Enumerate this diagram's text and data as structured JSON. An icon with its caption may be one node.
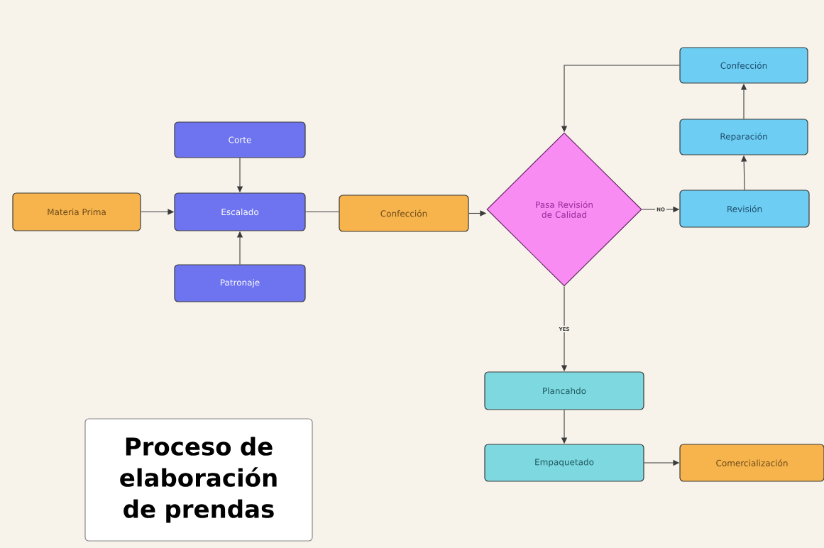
{
  "diagram": {
    "nodes": [
      {
        "text": [
          "Materia Prima"
        ]
      },
      {
        "text": [
          "Corte"
        ]
      },
      {
        "text": [
          "Escalado"
        ]
      },
      {
        "text": [
          "Patronaje"
        ]
      },
      {
        "text": [
          "Confección"
        ]
      },
      {
        "text": [
          "Pasa Revisión de Calidad"
        ]
      },
      {
        "text": [
          "Confección"
        ]
      },
      {
        "text": [
          "Reparación"
        ]
      },
      {
        "text": [
          "Revisión"
        ]
      },
      {
        "text": [
          "Plancahdo"
        ]
      },
      {
        "text": [
          "Empaquetado"
        ]
      },
      {
        "text": [
          "Comercialización"
        ]
      },
      {
        "text": [
          "Proceso de elaboración de prendas"
        ]
      }
    ],
    "edges": [
      {
        "from": 0,
        "to": 2,
        "arrow": "to"
      },
      {
        "from": 1,
        "to": 2,
        "arrow": "to"
      },
      {
        "from": 3,
        "to": 2,
        "arrow": "to"
      },
      {
        "from": 2,
        "to": 4,
        "arrow": "none"
      },
      {
        "from": 4,
        "to": 5,
        "arrow": "to"
      },
      {
        "from": 5,
        "to": 8,
        "arrow": "to",
        "label": "NO"
      },
      {
        "from": 8,
        "to": 7,
        "arrow": "to"
      },
      {
        "from": 7,
        "to": 6,
        "arrow": "to"
      },
      {
        "from": 6,
        "to": 5,
        "arrow": "to"
      },
      {
        "from": 5,
        "to": 9,
        "arrow": "to",
        "label": "YES"
      },
      {
        "from": 9,
        "to": 10,
        "arrow": "to"
      },
      {
        "from": 10,
        "to": 11,
        "arrow": "to"
      }
    ]
  }
}
